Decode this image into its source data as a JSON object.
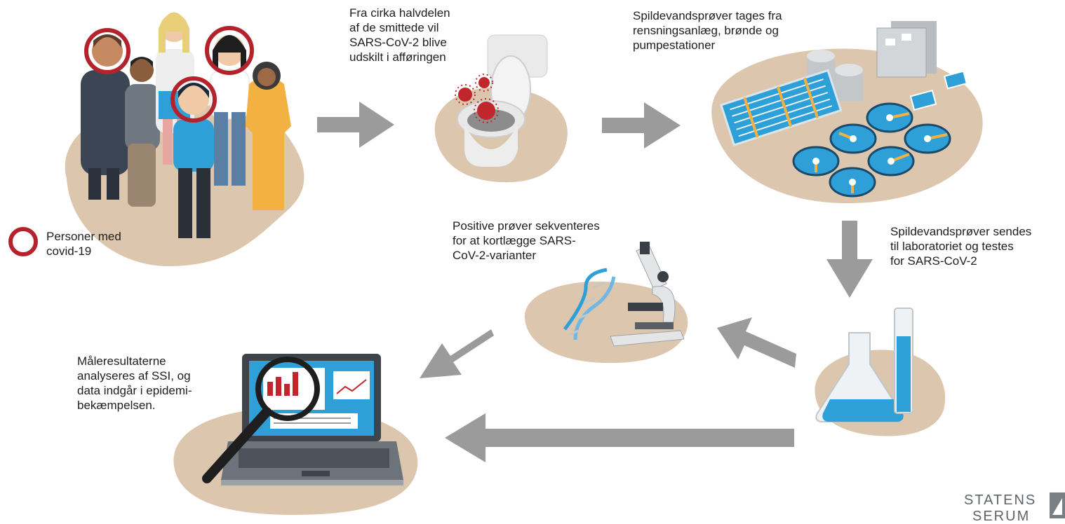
{
  "steps": {
    "infected_text": "Fra cirka halvdelen\naf de smittede vil\nSARS-CoV-2 blive\nudskilt i afføringen",
    "sampling_text": "Spildevandsprøver tages fra\nrensningsanlæg, brønde og\npumpestationer",
    "lab_text": "Spildevandsprøver sendes\ntil laboratoriet og testes\nfor SARS-CoV-2",
    "sequencing_text": "Positive prøver sekventeres\nfor at kortlægge SARS-\nCoV-2-varianter",
    "analysis_text": "Måleresultaterne\nanalyseres af SSI, og\ndata indgår i epidemi-\nbekæmpelsen."
  },
  "legend": {
    "label": "Personer med\ncovid-19"
  },
  "logo": {
    "line1": "STATENS",
    "line2": "SERUM"
  },
  "colors": {
    "blob": "#dcc6ad",
    "arrow": "#9b9b9b",
    "infection_ring": "#b4232b",
    "water": "#2f9fd8",
    "virus": "#c0272d",
    "text": "#1e1e1e"
  }
}
